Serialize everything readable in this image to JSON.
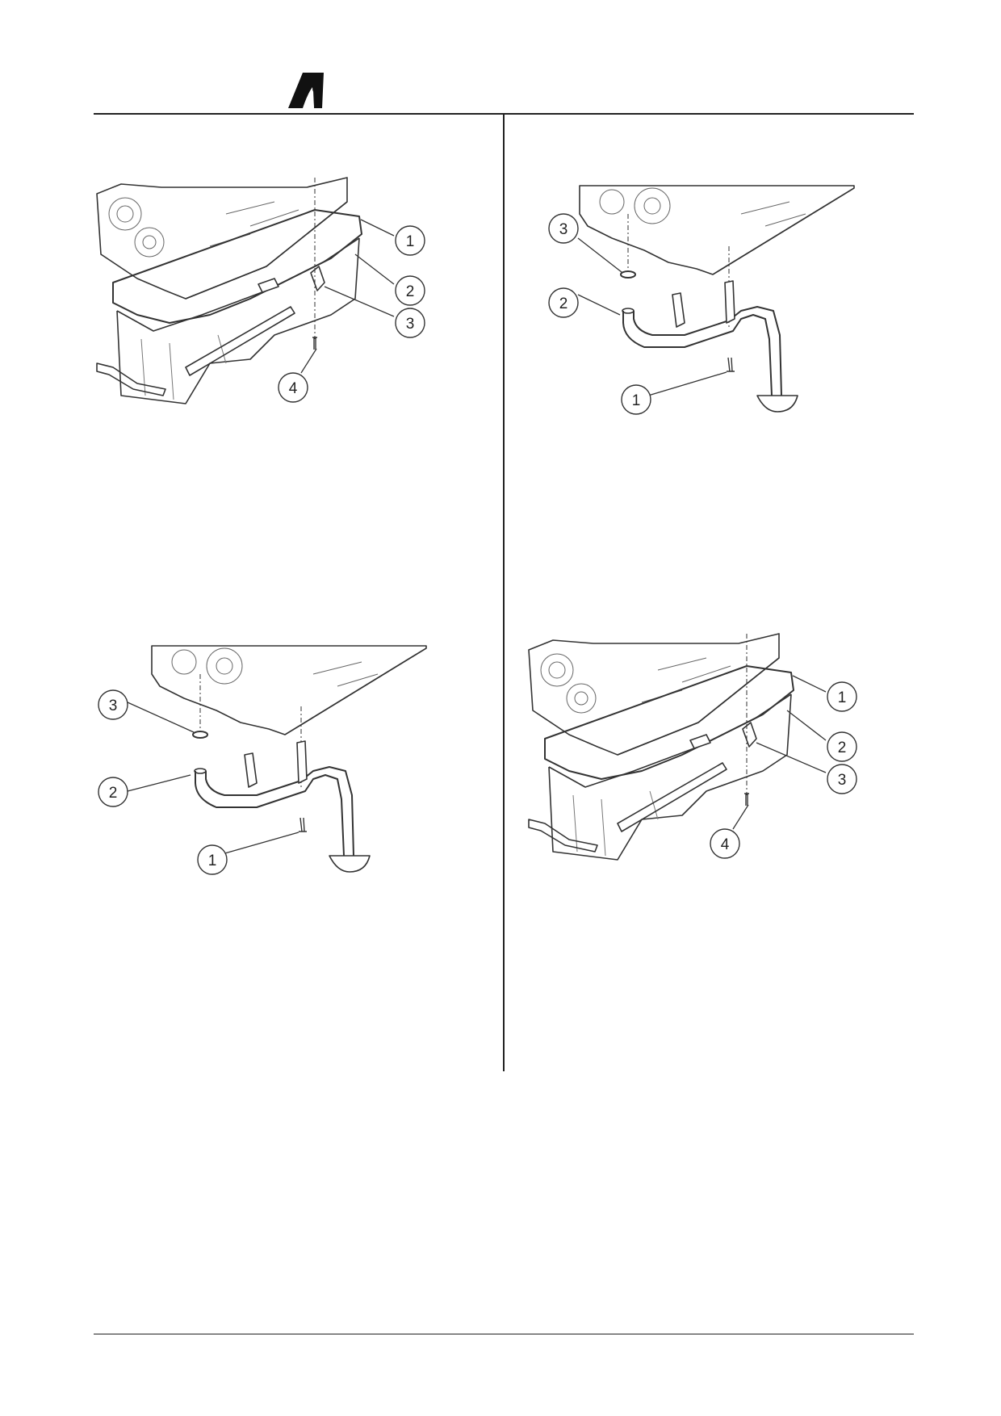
{
  "page": {
    "logo_icon": "brand-logo-icon"
  },
  "figures": [
    {
      "id": "oil-pan-exploded-top-left",
      "callouts": [
        "1",
        "2",
        "3",
        "4"
      ]
    },
    {
      "id": "oil-pump-suction-pipe-top-right",
      "callouts": [
        "3",
        "2",
        "1"
      ]
    },
    {
      "id": "oil-pump-suction-pipe-bottom-left",
      "callouts": [
        "3",
        "2",
        "1"
      ]
    },
    {
      "id": "oil-pan-exploded-bottom-right",
      "callouts": [
        "1",
        "2",
        "3",
        "4"
      ]
    }
  ]
}
